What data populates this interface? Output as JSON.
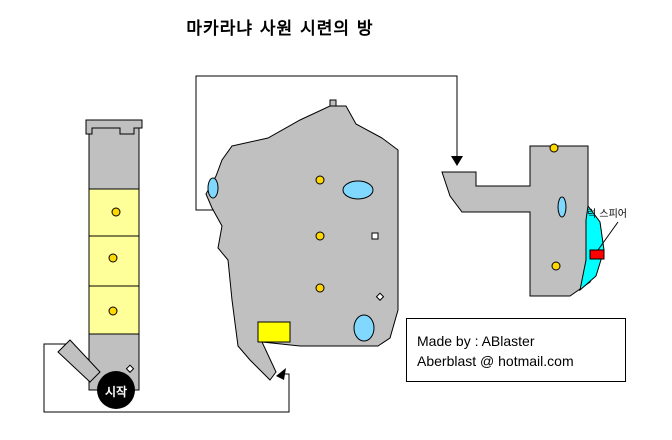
{
  "title": "마카라냐 사원  시련의 방",
  "start_label": "시작",
  "item_label": "럭 스피어",
  "credit": {
    "line1": "Made by : ABlaster",
    "line2": "Aberblast @ hotmail.com"
  },
  "colors": {
    "floor": "#c0c0c0",
    "outline": "#000000",
    "cell_yellow": "#ffff99",
    "sphere_dot": "#ffd700",
    "pedestal": "#80d8ff",
    "ice_wall": "#00ffff",
    "trigger_floor": "#ffff00",
    "chest": "#ff0000",
    "start_marker": "#000000"
  }
}
